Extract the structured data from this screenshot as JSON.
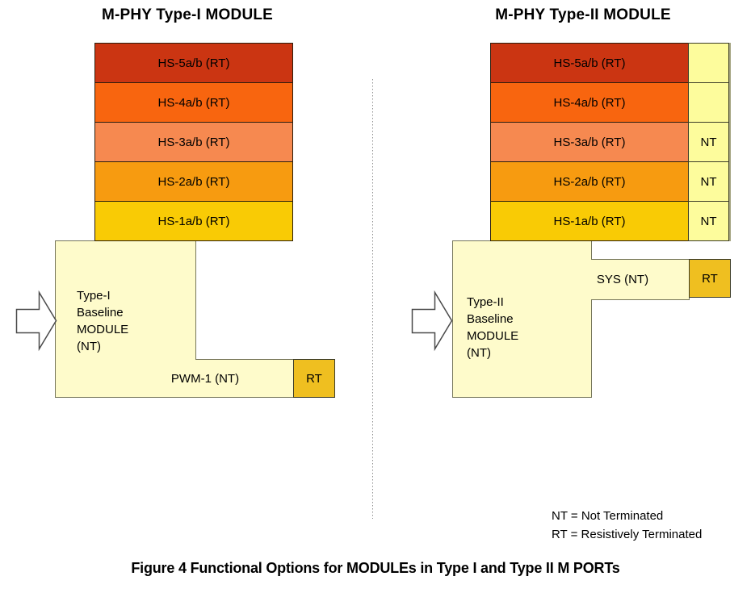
{
  "colors": {
    "hs5": "#cb3512",
    "hs4": "#f8650f",
    "hs3": "#f68950",
    "hs2": "#f79b10",
    "hs1": "#f9cb05",
    "rt_box": "#efbf20",
    "nt_cell": "#fdfc9c",
    "baseline_fill": "#fefbcb"
  },
  "left_module": {
    "title": "M-PHY Type-I MODULE",
    "bars": [
      {
        "label": "HS-5a/b (RT)"
      },
      {
        "label": "HS-4a/b (RT)"
      },
      {
        "label": "HS-3a/b (RT)"
      },
      {
        "label": "HS-2a/b (RT)"
      },
      {
        "label": "HS-1a/b (RT)"
      }
    ],
    "baseline_lines": [
      "Type-I",
      "Baseline",
      "MODULE",
      "(NT)"
    ],
    "pwm_label": "PWM-1 (NT)",
    "rt_label": "RT"
  },
  "right_module": {
    "title": "M-PHY Type-II MODULE",
    "bars": [
      {
        "label": "HS-5a/b (RT)",
        "nt": ""
      },
      {
        "label": "HS-4a/b (RT)",
        "nt": ""
      },
      {
        "label": "HS-3a/b (RT)",
        "nt": "NT"
      },
      {
        "label": "HS-2a/b (RT)",
        "nt": "NT"
      },
      {
        "label": "HS-1a/b (RT)",
        "nt": "NT"
      }
    ],
    "baseline_lines": [
      "Type-II",
      "Baseline",
      "MODULE",
      "(NT)"
    ],
    "sys_label": "SYS (NT)",
    "rt_label": "RT"
  },
  "legend": {
    "nt": "NT = Not Terminated",
    "rt": "RT = Resistively Terminated"
  },
  "caption": "Figure 4 Functional Options for MODULEs in Type I and Type II M PORTs"
}
